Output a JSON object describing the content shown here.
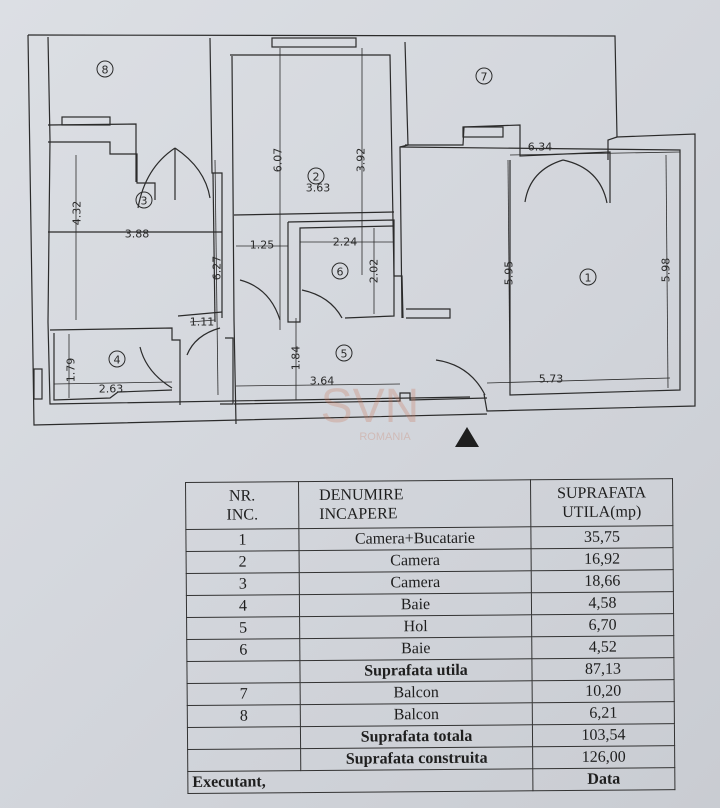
{
  "plan": {
    "room_numbers": [
      "1",
      "2",
      "3",
      "4",
      "5",
      "6",
      "7",
      "8"
    ],
    "dimensions": {
      "d634": "6.34",
      "d607": "6.07",
      "d392": "3.92",
      "d363": "3.63",
      "d432": "4.32",
      "d388": "3.88",
      "d627": "6.27",
      "d125": "1.25",
      "d224": "2.24",
      "d202": "2.02",
      "d595": "5.95",
      "d598": "5.98",
      "d111": "1.11",
      "d184": "1.84",
      "d179": "1.79",
      "d263": "2.63",
      "d364": "3.64",
      "d573": "5.73"
    },
    "watermark": {
      "brand": "SVN",
      "sub": "ROMANIA"
    }
  },
  "table": {
    "headers": {
      "nr": "NR.",
      "inc": "INC.",
      "den1": "DENUMIRE",
      "den2": "INCAPERE",
      "sup1": "SUPRAFATA",
      "sup2": "UTILA(mp)"
    },
    "rows": [
      {
        "nr": "1",
        "name": "Camera+Bucatarie",
        "area": "35,75"
      },
      {
        "nr": "2",
        "name": "Camera",
        "area": "16,92"
      },
      {
        "nr": "3",
        "name": "Camera",
        "area": "18,66"
      },
      {
        "nr": "4",
        "name": "Baie",
        "area": "4,58"
      },
      {
        "nr": "5",
        "name": "Hol",
        "area": "6,70"
      },
      {
        "nr": "6",
        "name": "Baie",
        "area": "4,52"
      },
      {
        "nr": "",
        "name": "Suprafata utila",
        "area": "87,13",
        "bold": true
      },
      {
        "nr": "7",
        "name": "Balcon",
        "area": "10,20"
      },
      {
        "nr": "8",
        "name": "Balcon",
        "area": "6,21"
      },
      {
        "nr": "",
        "name": "Suprafata totala",
        "area": "103,54",
        "bold": true
      },
      {
        "nr": "",
        "name": "Suprafata construita",
        "area": "126,00",
        "bold": true
      }
    ],
    "footer": {
      "executant": "Executant,",
      "data": "Data"
    }
  }
}
